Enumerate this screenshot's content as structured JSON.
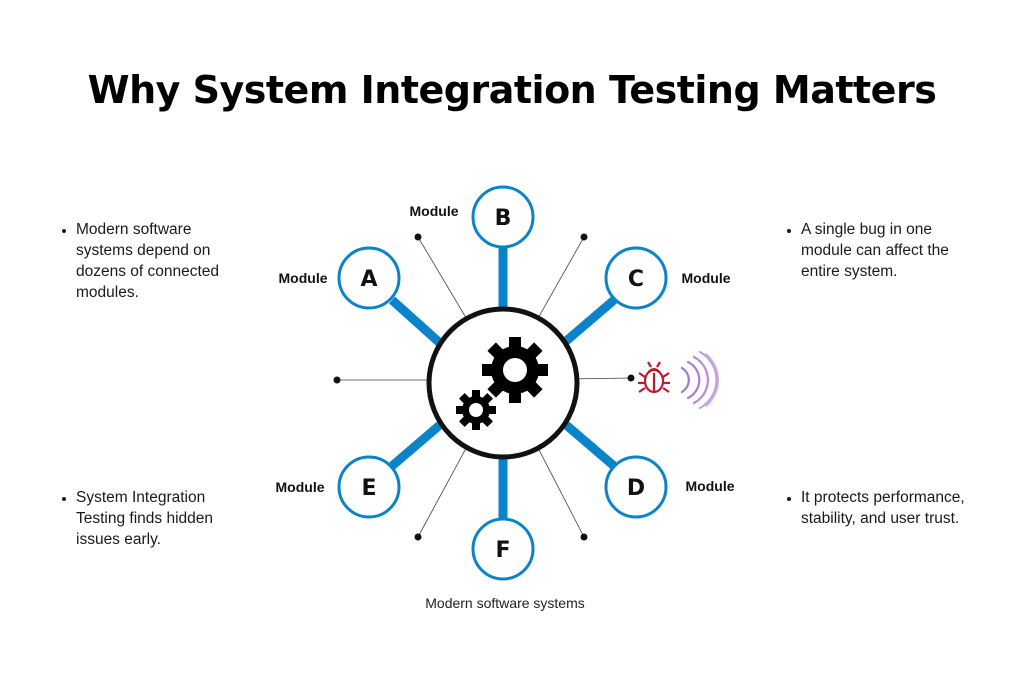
{
  "title": "Why System Integration Testing Matters",
  "bullets": {
    "top_left": "Modern software systems depend on dozens of connected modules.",
    "bottom_left": "System Integration Testing finds hidden issues early.",
    "top_right": "A single bug in one module can affect the entire system.",
    "bottom_right": "It protects performance, stability, and user trust."
  },
  "diagram": {
    "center_icon": "gears-icon",
    "bug_icon": "bug-icon",
    "signal_icon": "signal-waves-icon",
    "caption": "Modern software systems",
    "module_word": "Module",
    "nodes": [
      {
        "id": "A",
        "letter": "A"
      },
      {
        "id": "B",
        "letter": "B"
      },
      {
        "id": "C",
        "letter": "C"
      },
      {
        "id": "D",
        "letter": "D"
      },
      {
        "id": "E",
        "letter": "E"
      },
      {
        "id": "F",
        "letter": "F"
      }
    ],
    "colors": {
      "connector": "#0a84c9",
      "hub_border": "#111111",
      "bug": "#c0192b",
      "waves": "#a066c8"
    }
  }
}
